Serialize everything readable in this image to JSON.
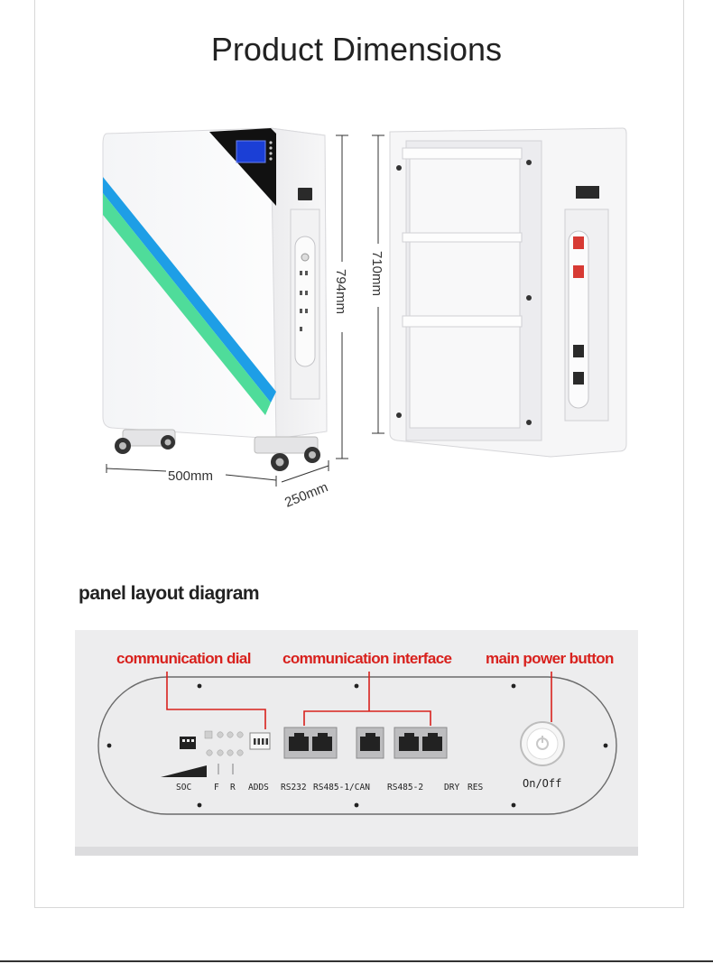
{
  "title": "Product Dimensions",
  "dimensions": {
    "width": "500mm",
    "depth": "250mm",
    "height_front": "794mm",
    "height_back": "710mm"
  },
  "panel_section_title": "panel layout diagram",
  "callouts": {
    "dial": "communication dial",
    "interface": "communication interface",
    "power": "main power button"
  },
  "panel_labels": {
    "soc": "SOC",
    "f": "F",
    "r": "R",
    "adds": "ADDS",
    "rs232": "RS232",
    "rs485_1": "RS485-1/CAN",
    "rs485_2": "RS485-2",
    "dry": "DRY",
    "res": "RES",
    "onoff": "On/Off"
  },
  "colors": {
    "callout_red": "#d8211d",
    "stripe_blue": "#1e9ee6",
    "stripe_green": "#4fdc9a",
    "display_blue": "#1b3fd6"
  }
}
